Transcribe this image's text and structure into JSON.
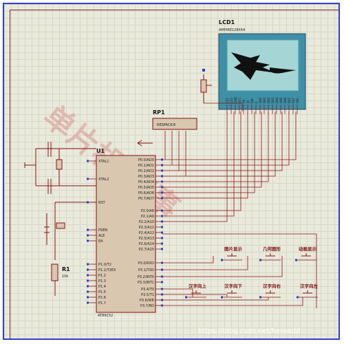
{
  "lcd": {
    "ref": "LCD1",
    "part": "AMPIRE128X64",
    "pins": [
      "CS1",
      "CS2",
      "GND",
      "VCC",
      "V0",
      "DI",
      "RW",
      "E",
      "DB0",
      "DB1",
      "DB2",
      "DB3",
      "DB4",
      "DB5",
      "DB6",
      "DB7",
      "RST",
      "VEE"
    ]
  },
  "rp1": {
    "ref": "RP1",
    "part": "RESPACK-8"
  },
  "u1": {
    "ref": "U1",
    "part": "AT89C52",
    "left_pins": [
      "XTAL1",
      "XTAL2",
      "RST",
      "PSEN",
      "ALE",
      "EA",
      "P1.0/T2",
      "P1.1/T2EX",
      "P1.2",
      "P1.3",
      "P1.4",
      "P1.5",
      "P1.6",
      "P1.7"
    ],
    "right_pins": [
      "P0.0/AD0",
      "P0.1/AD1",
      "P0.2/AD2",
      "P0.3/AD3",
      "P0.4/AD4",
      "P0.5/AD5",
      "P0.6/AD6",
      "P0.7/AD7",
      "P2.0/A8",
      "P2.1/A9",
      "P2.2/A10",
      "P2.3/A11",
      "P2.4/A12",
      "P2.5/A13",
      "P2.6/A14",
      "P2.7/A15",
      "P3.0/RXD",
      "P3.1/TXD",
      "P3.2/INT0",
      "P3.3/INT1",
      "P3.4/T0",
      "P3.5/T1",
      "P3.6/WR",
      "P3.7/RD"
    ]
  },
  "r1": {
    "ref": "R1",
    "value": "10k"
  },
  "buttons": {
    "row1": [
      "图片显示",
      "几何图形",
      "动画显示"
    ],
    "row2": [
      "汉字向上",
      "汉字向下",
      "汉字向右",
      "汉字向左"
    ]
  },
  "watermark": "单片机 万事",
  "footer": "https://blog.csdn.net/heroadd"
}
